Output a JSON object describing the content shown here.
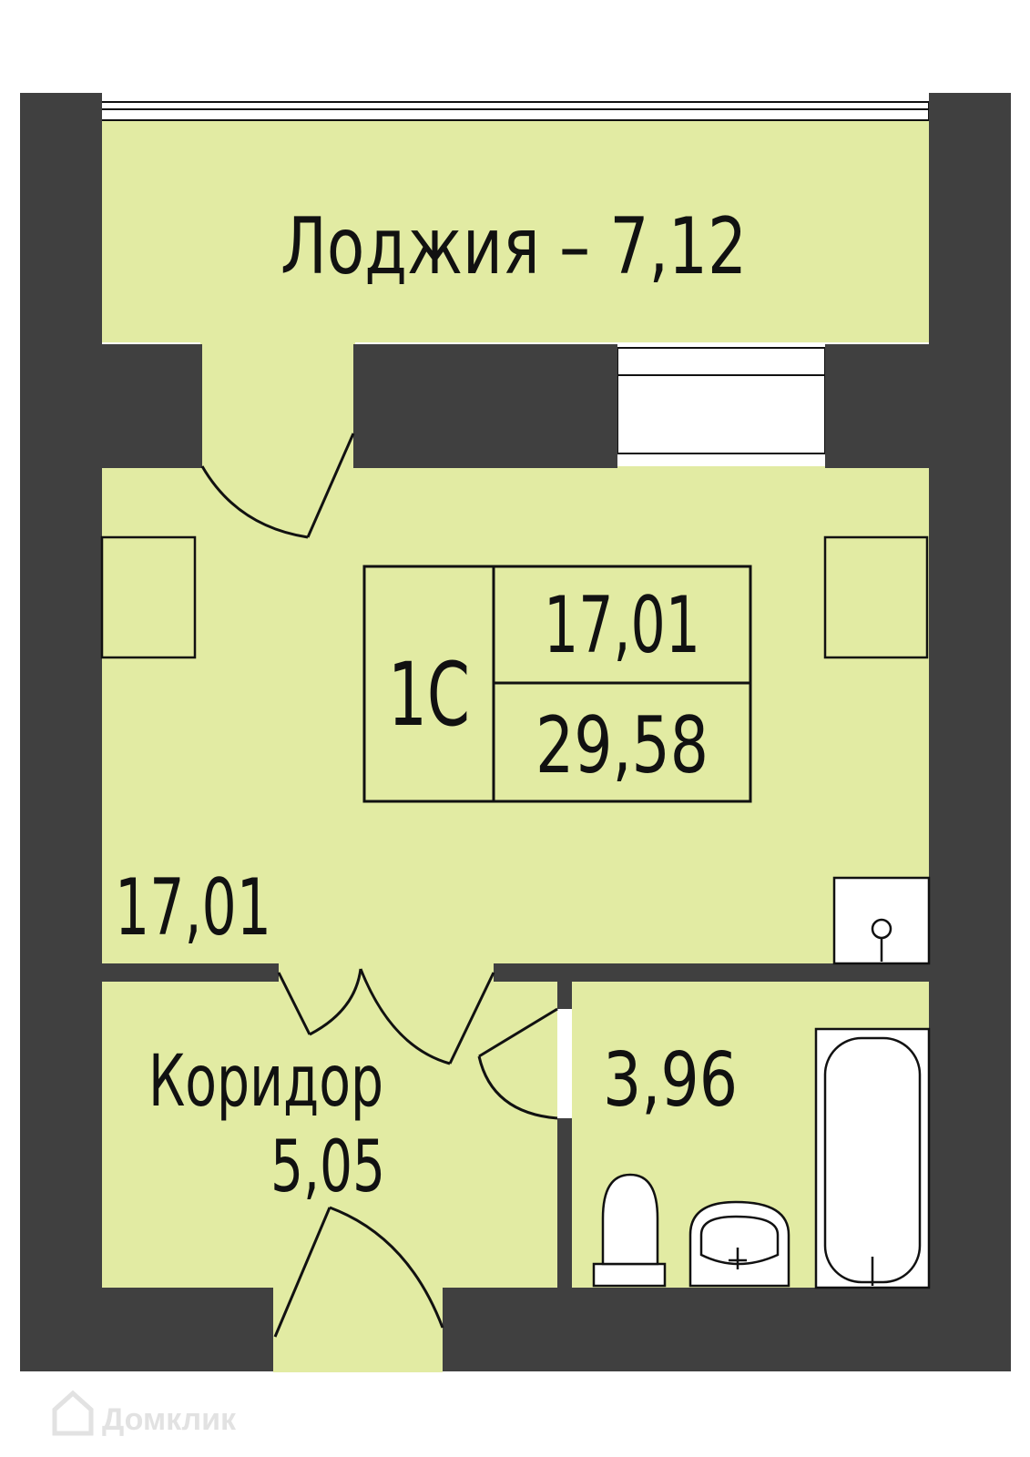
{
  "colors": {
    "wall": "#404040",
    "floor": "#e2eba3",
    "line": "#111111",
    "window": "#ffffff"
  },
  "plan": {
    "loggia_label": "Лоджия – 7,12",
    "room_area_label": "17,01",
    "apartment_type": "1С",
    "living_area": "17,01",
    "total_area": "29,58",
    "corridor_name": "Коридор",
    "corridor_area": "5,05",
    "bathroom_area": "3,96"
  },
  "watermark": {
    "text": "Домклик",
    "icon": "house-logo-icon"
  }
}
